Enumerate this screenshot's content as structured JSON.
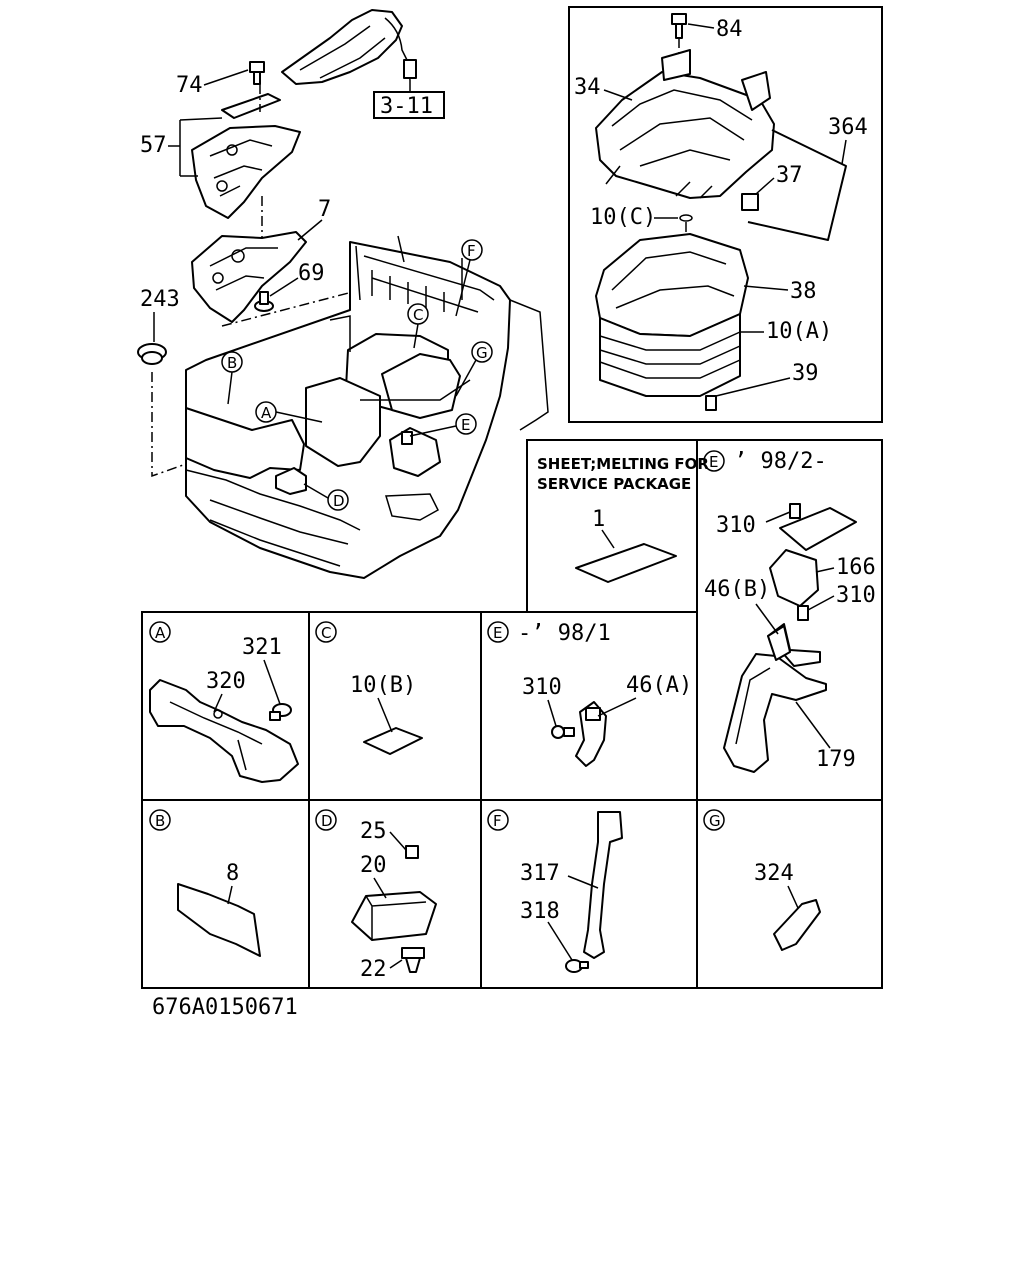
{
  "callouts": {
    "c84": "84",
    "c34": "34",
    "c364": "364",
    "c37": "37",
    "c10c": "10(C)",
    "c38": "38",
    "c10a": "10(A)",
    "c39": "39",
    "c74": "74",
    "c57": "57",
    "c7": "7",
    "c69": "69",
    "c243": "243",
    "ref": "3-11",
    "c1": "1",
    "c310a": "310",
    "c166": "166",
    "c46b": "46(B)",
    "c310b": "310",
    "c179": "179",
    "c321": "321",
    "c320": "320",
    "c10b": "10(B)",
    "c310c": "310",
    "c46a": "46(A)",
    "c8": "8",
    "c25": "25",
    "c20": "20",
    "c22": "22",
    "c317": "317",
    "c318": "318",
    "c324": "324"
  },
  "markers": {
    "A": "A",
    "B": "B",
    "C": "C",
    "D": "D",
    "E": "E",
    "F": "F",
    "G": "G"
  },
  "panels": {
    "sheet_line1": "SHEET;MELTING FOR",
    "sheet_line2": "SERVICE PACKAGE",
    "e_new_suffix": "’ 98/2-",
    "e_old_suffix": "-’ 98/1"
  },
  "footer": {
    "code": "676A0150671"
  }
}
